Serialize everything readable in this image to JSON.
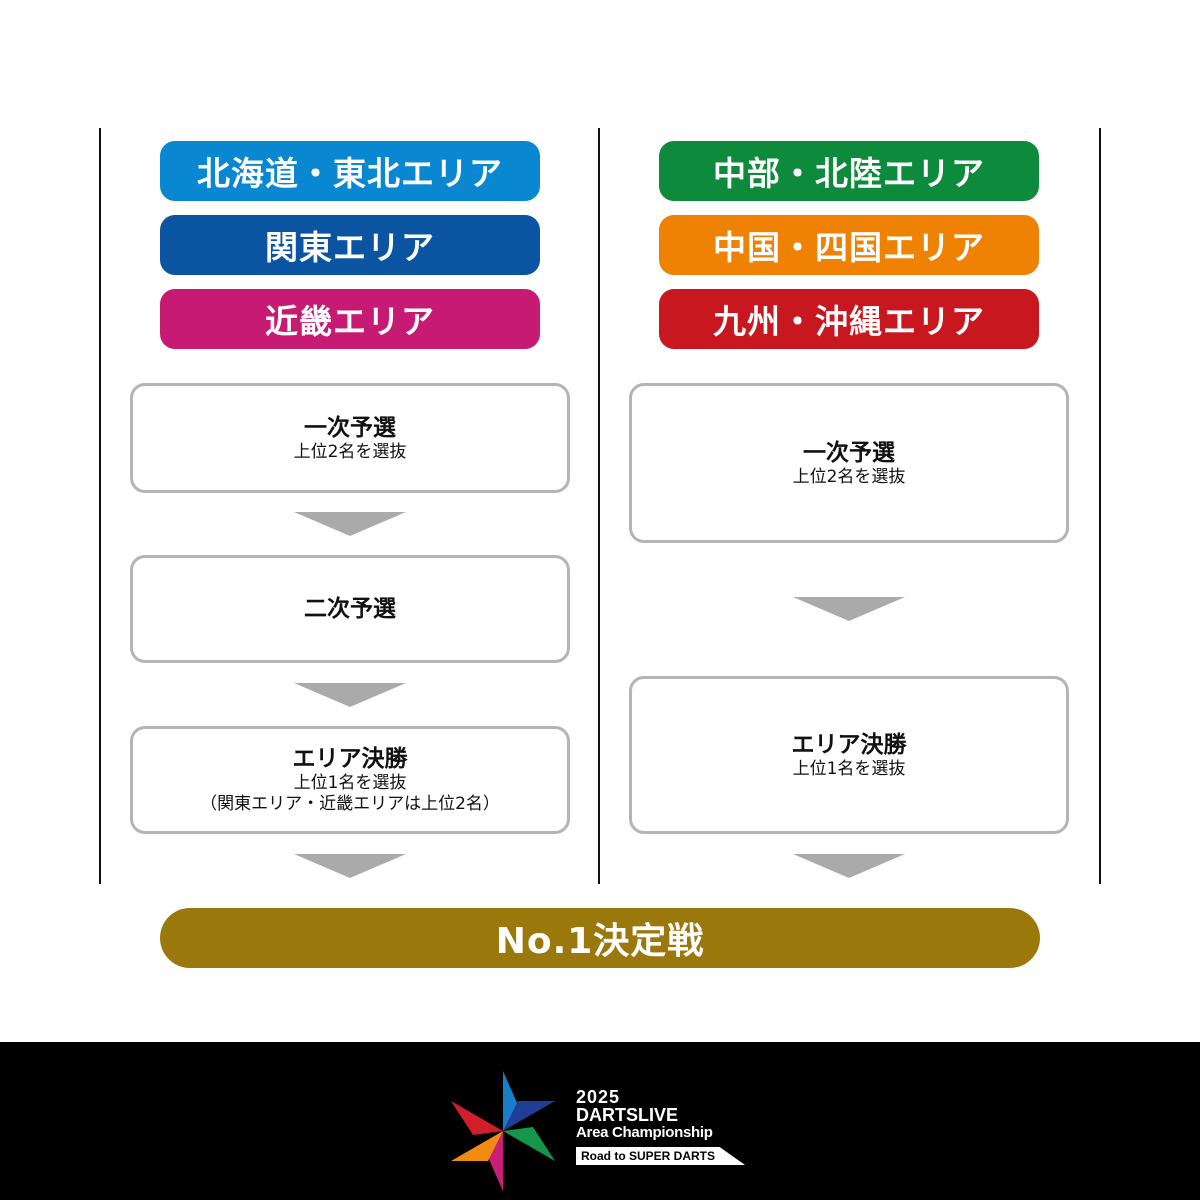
{
  "left_areas": [
    {
      "label": "北海道・東北エリア",
      "color": "#0a87d1"
    },
    {
      "label": "関東エリア",
      "color": "#0a54a2"
    },
    {
      "label": "近畿エリア",
      "color": "#c71b73"
    }
  ],
  "right_areas": [
    {
      "label": "中部・北陸エリア",
      "color": "#0e8a3c"
    },
    {
      "label": "中国・四国エリア",
      "color": "#ef8103"
    },
    {
      "label": "九州・沖縄エリア",
      "color": "#c8171f"
    }
  ],
  "left_flow": {
    "stage1": {
      "title": "一次予選",
      "sub": "上位2名を選抜"
    },
    "stage2": {
      "title": "二次予選"
    },
    "stage3": {
      "title": "エリア決勝",
      "sub": "上位1名を選抜",
      "note": "（関東エリア・近畿エリアは上位2名）"
    }
  },
  "right_flow": {
    "stage1": {
      "title": "一次予選",
      "sub": "上位2名を選抜"
    },
    "stage2": {
      "title": "エリア決勝",
      "sub": "上位1名を選抜"
    }
  },
  "final": {
    "label": "No.1決定戦",
    "color": "#9b780b"
  },
  "logo": {
    "year": "2025",
    "brand": "DARTSLIVE",
    "subtitle": "Area Championship",
    "tagline": "Road to SUPER DARTS"
  }
}
